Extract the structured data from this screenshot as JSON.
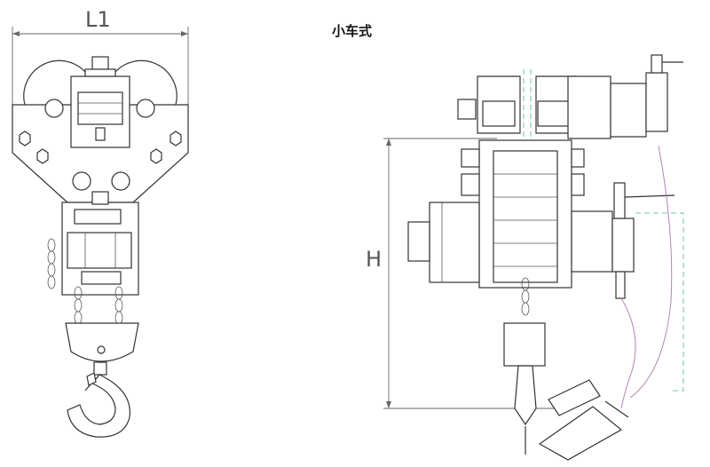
{
  "diagram": {
    "title": "小车式",
    "dimensions": {
      "width_label": "L1",
      "height_label": "H"
    }
  },
  "colors": {
    "line": "#333333",
    "cable": "#b088b0",
    "accent": "#6fc0b8"
  }
}
